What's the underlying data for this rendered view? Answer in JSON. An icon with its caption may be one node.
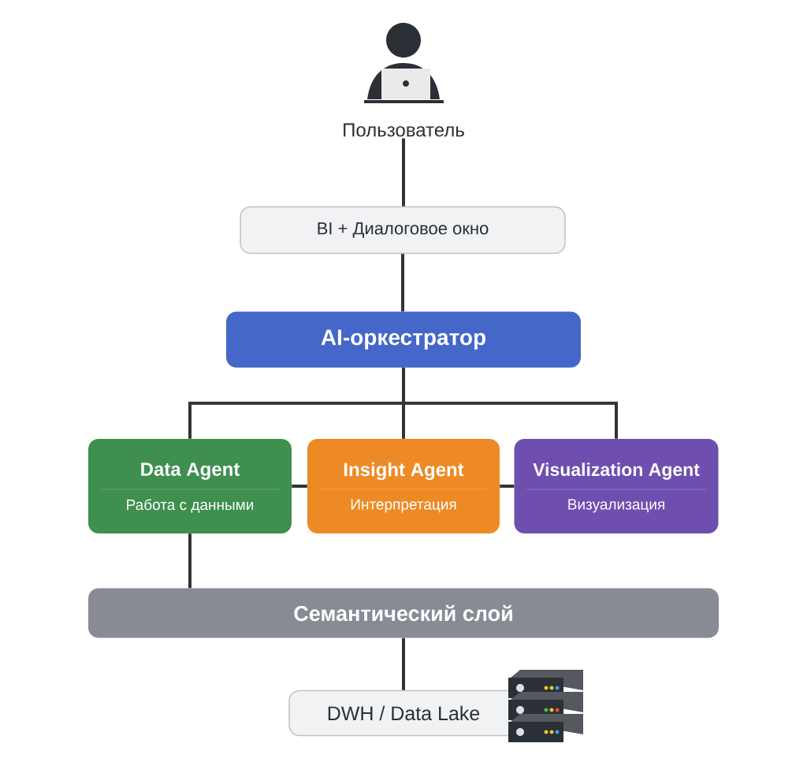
{
  "diagram": {
    "nodes": [
      {
        "text": [
          "Пользователь"
        ]
      },
      {
        "text": [
          "BI + Диалоговое окно"
        ]
      },
      {
        "text": [
          "AI-оркестратор"
        ]
      },
      {
        "text": [
          "Data Agent",
          "Работа с данными"
        ]
      },
      {
        "text": [
          "Insight Agent",
          "Интерпретация"
        ]
      },
      {
        "text": [
          "Visualization Agent",
          "Визуализация"
        ]
      },
      {
        "text": [
          "Семантический слой"
        ]
      },
      {
        "text": [
          "DWH / Data Lake"
        ]
      }
    ],
    "edges": [
      {
        "from": 0,
        "to": 1,
        "arrow": "none"
      },
      {
        "from": 1,
        "to": 2,
        "arrow": "none"
      },
      {
        "from": 2,
        "to": 3,
        "arrow": "none"
      },
      {
        "from": 2,
        "to": 4,
        "arrow": "none"
      },
      {
        "from": 2,
        "to": 5,
        "arrow": "none"
      },
      {
        "from": 3,
        "to": 4,
        "arrow": "none"
      },
      {
        "from": 4,
        "to": 5,
        "arrow": "none"
      },
      {
        "from": 3,
        "to": 6,
        "arrow": "none"
      },
      {
        "from": 6,
        "to": 7,
        "arrow": "none"
      }
    ]
  }
}
